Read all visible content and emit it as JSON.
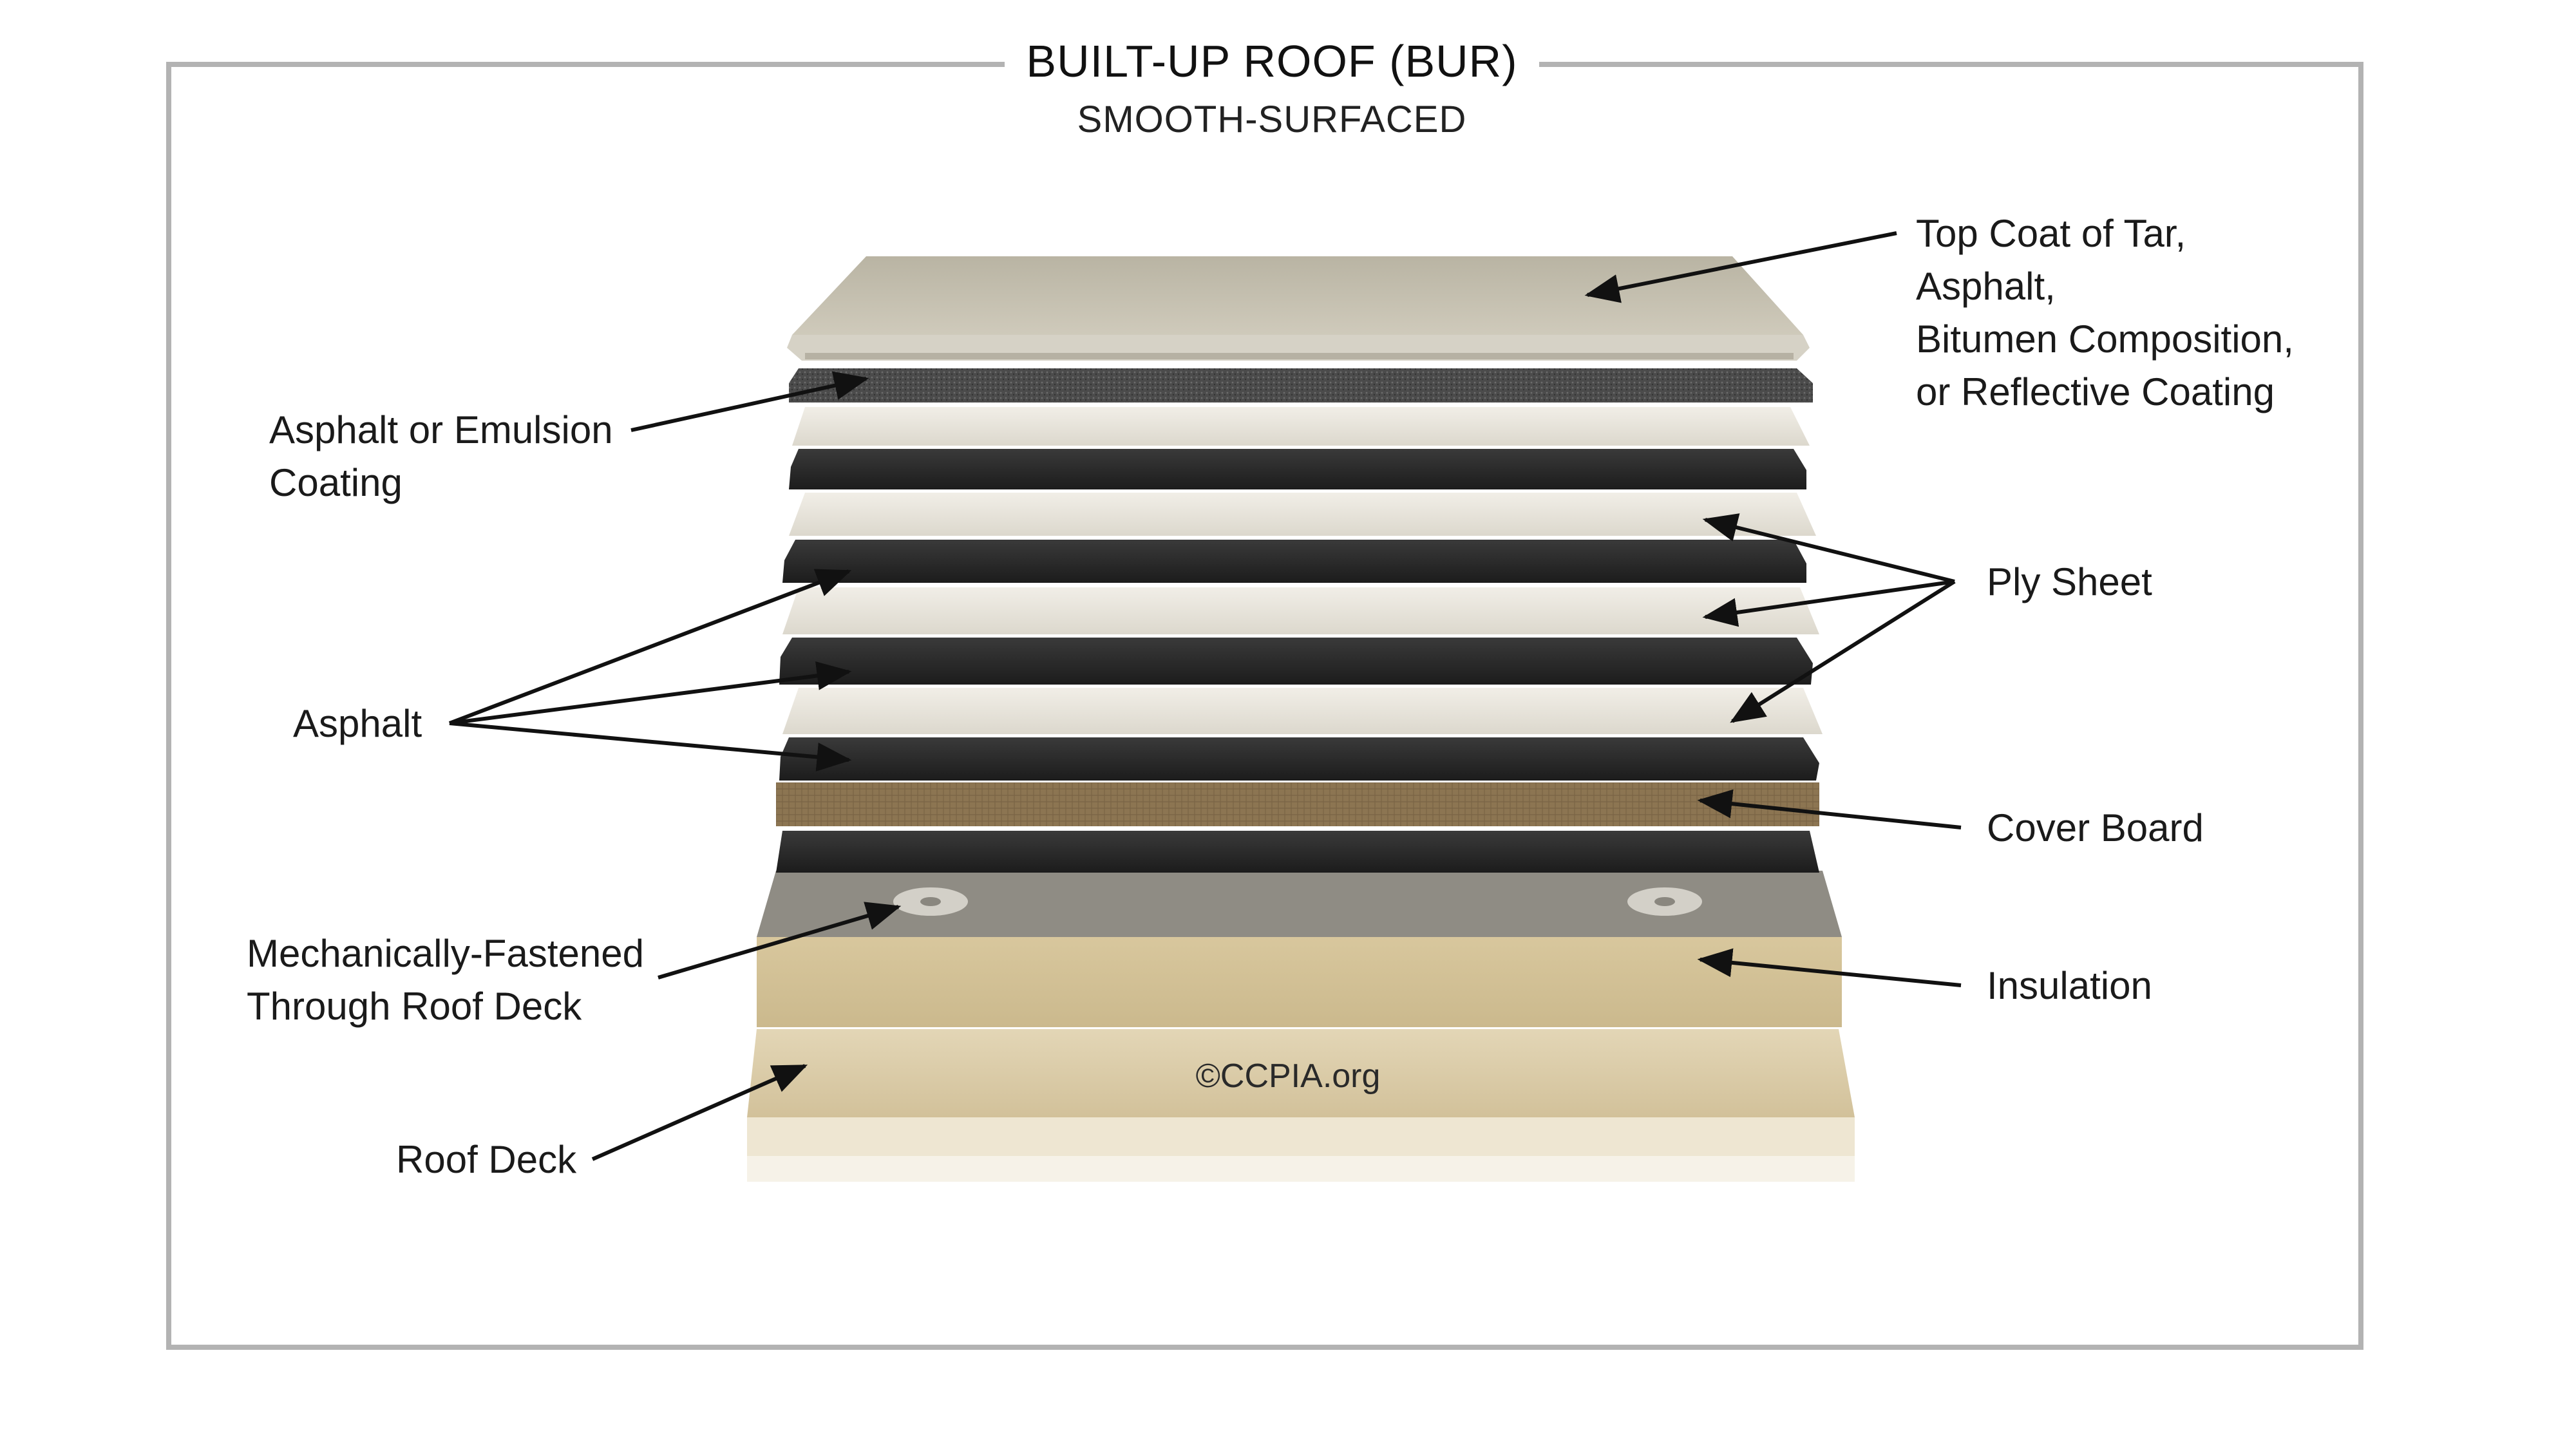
{
  "title": "BUILT-UP ROOF (BUR)",
  "subtitle": "SMOOTH-SURFACED",
  "copyright": "©CCPIA.org",
  "labels": {
    "top_coat": [
      "Top Coat of Tar,",
      "Asphalt,",
      "Bitumen Composition,",
      "or Reflective Coating"
    ],
    "emulsion": [
      "Asphalt or Emulsion",
      "Coating"
    ],
    "asphalt": "Asphalt",
    "ply_sheet": "Ply Sheet",
    "cover_board": "Cover Board",
    "insulation": "Insulation",
    "fastened": [
      "Mechanically-Fastened",
      "Through Roof Deck"
    ],
    "roof_deck": "Roof Deck"
  },
  "colors": {
    "frame": "#b3b3b3",
    "top_coat": "#c2bcaa",
    "granular": "#4a4a4a",
    "ply": "#e8e4da",
    "asphalt": "#242424",
    "cover_board": "#8a7350",
    "insulation_top": "#8e8b82",
    "insulation_side": "#d9c8a0",
    "deck": "#dccca6"
  }
}
